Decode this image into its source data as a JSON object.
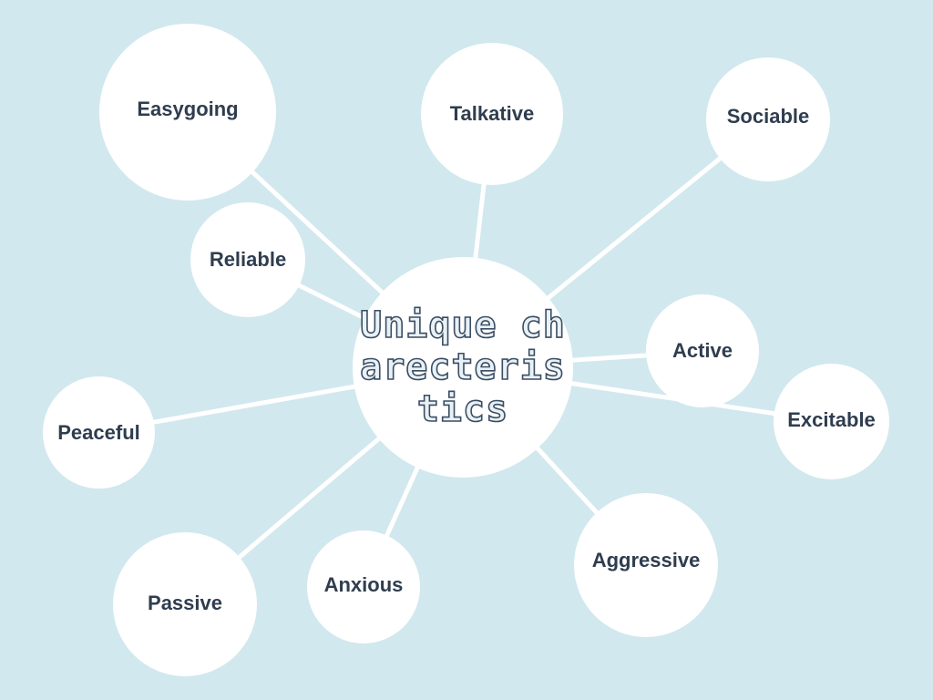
{
  "diagram": {
    "center": {
      "label": "Unique charecteristics"
    },
    "nodes": [
      {
        "id": "easygoing",
        "label": "Easygoing"
      },
      {
        "id": "talkative",
        "label": "Talkative"
      },
      {
        "id": "sociable",
        "label": "Sociable"
      },
      {
        "id": "reliable",
        "label": "Reliable"
      },
      {
        "id": "active",
        "label": "Active"
      },
      {
        "id": "excitable",
        "label": "Excitable"
      },
      {
        "id": "peaceful",
        "label": "Peaceful"
      },
      {
        "id": "aggressive",
        "label": "Aggressive"
      },
      {
        "id": "anxious",
        "label": "Anxious"
      },
      {
        "id": "passive",
        "label": "Passive"
      }
    ],
    "colors": {
      "background": "#d1e8ee",
      "bubble": "#ffffff",
      "connector": "#ffffff",
      "label_text": "#2f3d4f",
      "center_outline": "#3b4d63"
    }
  }
}
